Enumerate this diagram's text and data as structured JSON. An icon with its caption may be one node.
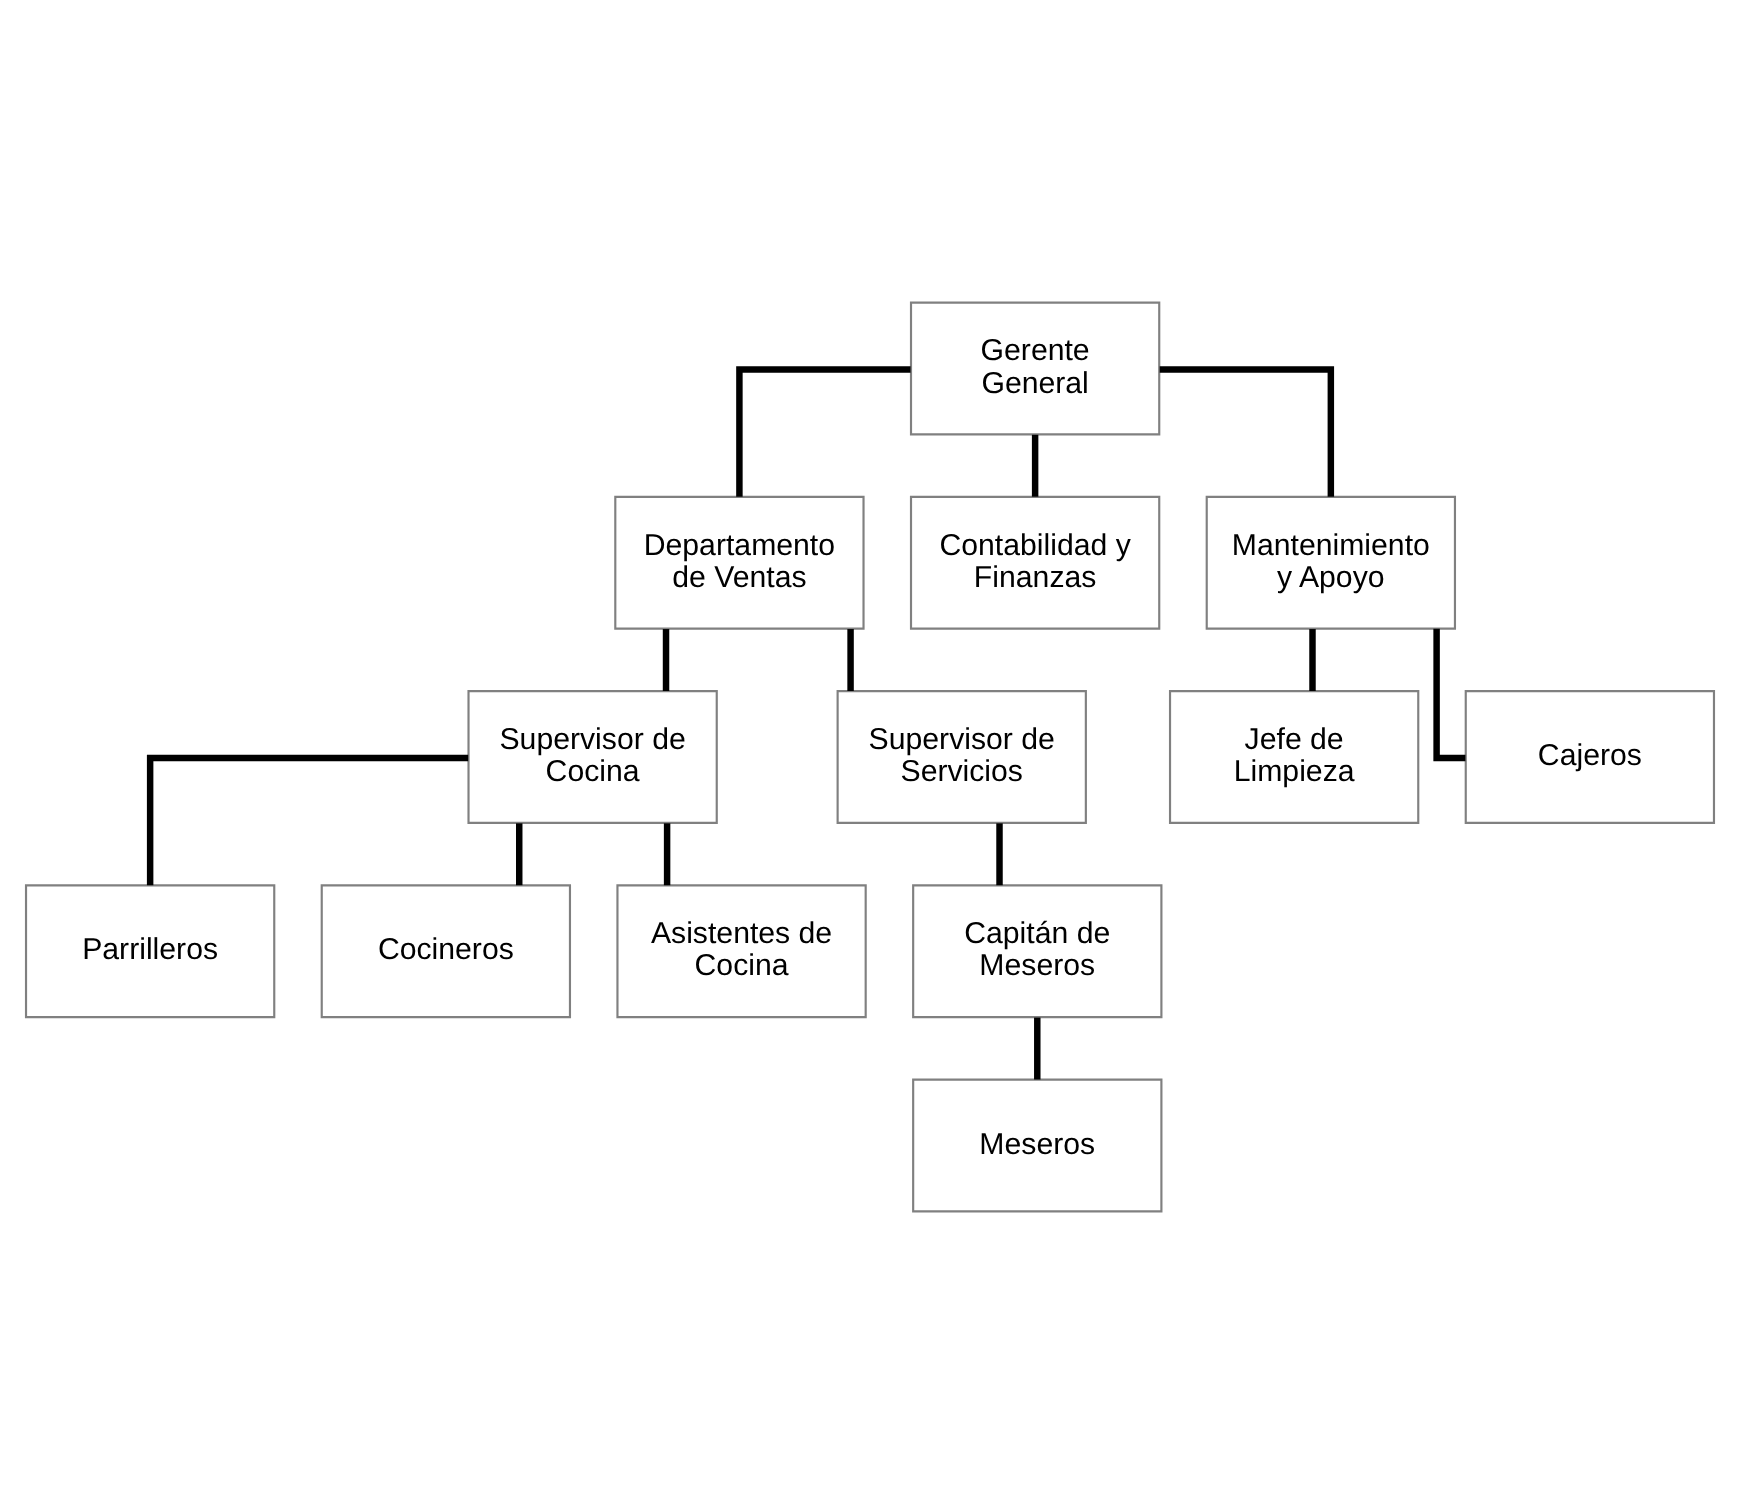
{
  "diagram": {
    "nodes": [
      {
        "text": [
          "Gerente General"
        ]
      },
      {
        "text": [
          "Departamento de Ventas"
        ]
      },
      {
        "text": [
          "Contabilidad y Finanzas"
        ]
      },
      {
        "text": [
          "Mantenimiento y Apoyo"
        ]
      },
      {
        "text": [
          "Supervisor de Cocina"
        ]
      },
      {
        "text": [
          "Supervisor de Servicios"
        ]
      },
      {
        "text": [
          "Jefe de Limpieza"
        ]
      },
      {
        "text": [
          "Parrilleros"
        ]
      },
      {
        "text": [
          "Capitán de Meseros"
        ]
      },
      {
        "text": [
          "Cajeros"
        ]
      },
      {
        "text": [
          "Cocineros"
        ]
      },
      {
        "text": [
          "Meseros"
        ]
      },
      {
        "text": [
          "Asistentes de Cocina"
        ]
      }
    ],
    "edges": [
      {
        "from": 0,
        "to": 1,
        "arrow": "none"
      },
      {
        "from": 0,
        "to": 2,
        "arrow": "none"
      },
      {
        "from": 0,
        "to": 3,
        "arrow": "none"
      },
      {
        "from": 1,
        "to": 4,
        "arrow": "none"
      },
      {
        "from": 1,
        "to": 5,
        "arrow": "none"
      },
      {
        "from": 3,
        "to": 6,
        "arrow": "none"
      },
      {
        "from": 3,
        "to": 9,
        "arrow": "none"
      },
      {
        "from": 4,
        "to": 7,
        "arrow": "none"
      },
      {
        "from": 4,
        "to": 10,
        "arrow": "none"
      },
      {
        "from": 4,
        "to": 12,
        "arrow": "none"
      },
      {
        "from": 5,
        "to": 8,
        "arrow": "none"
      },
      {
        "from": 8,
        "to": 11,
        "arrow": "none"
      }
    ]
  }
}
